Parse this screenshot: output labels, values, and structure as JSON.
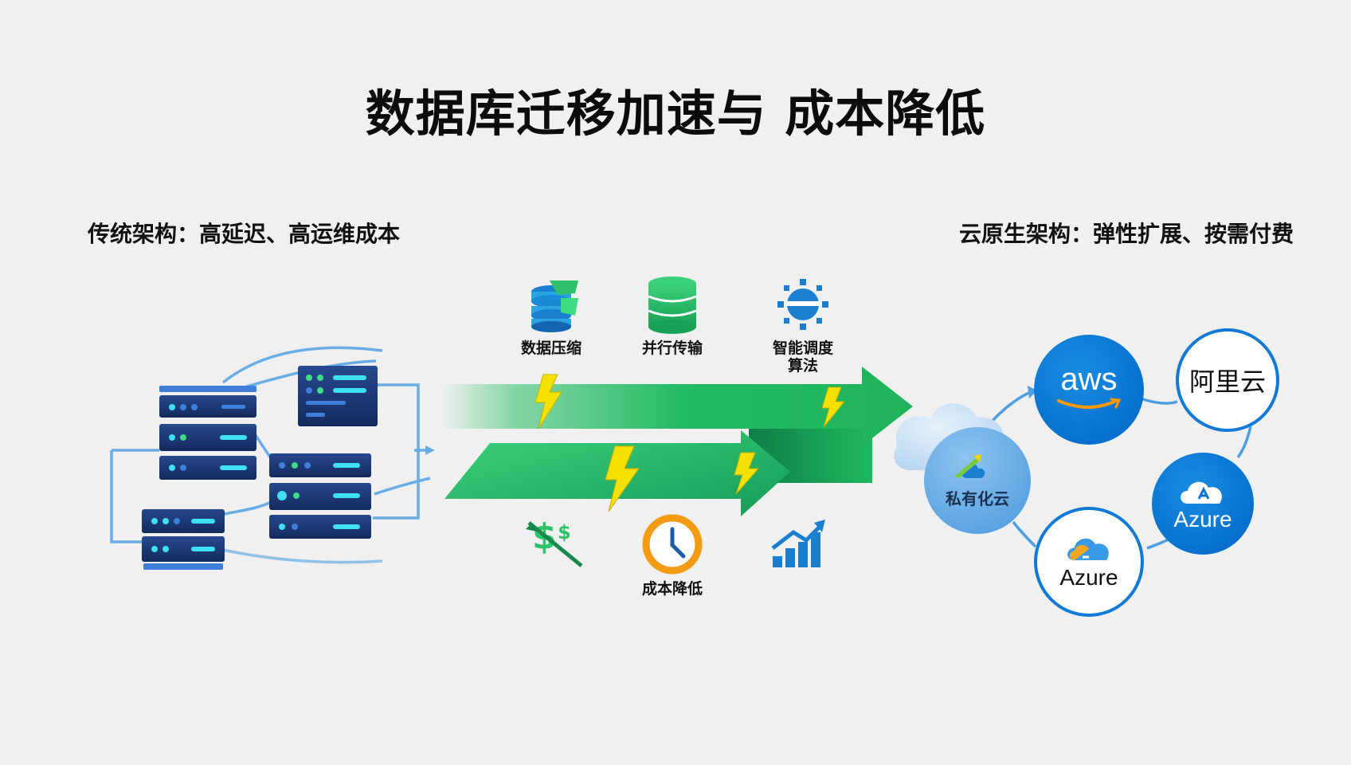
{
  "title": "数据库迁移加速与 成本降低",
  "left_heading": "传统架构：高延迟、高运维成本",
  "right_heading": "云原生架构：弹性扩展、按需付费",
  "features": {
    "compression": "数据压缩",
    "parallel": "并行传输",
    "scheduling_line1": "智能调度",
    "scheduling_line2": "算法",
    "cost": "成本降低"
  },
  "cloud_nodes": {
    "hub": "私有化云",
    "aws": "aws",
    "aliyun": "阿里云",
    "azure_right": "Azure",
    "azure_bottom": "Azure"
  },
  "colors": {
    "server_dark": "#1c3a78",
    "server_light": "#3d7fd9",
    "led_cyan": "#3fe0f0",
    "led_green": "#3ddc84",
    "arrow_green": "#2ec26a",
    "arrow_dark": "#0f8a4c",
    "bolt": "#f5e100",
    "cloud_blue": "#0a72d0",
    "aws_orange": "#ff9900",
    "clock_orange": "#f39b12"
  },
  "icons": [
    "server-rack-icon",
    "database-compress-icon",
    "database-stack-icon",
    "gear-globe-icon",
    "dollar-cut-icon",
    "clock-icon",
    "bar-chart-growth-icon",
    "lightning-icon",
    "cloud-icon"
  ]
}
